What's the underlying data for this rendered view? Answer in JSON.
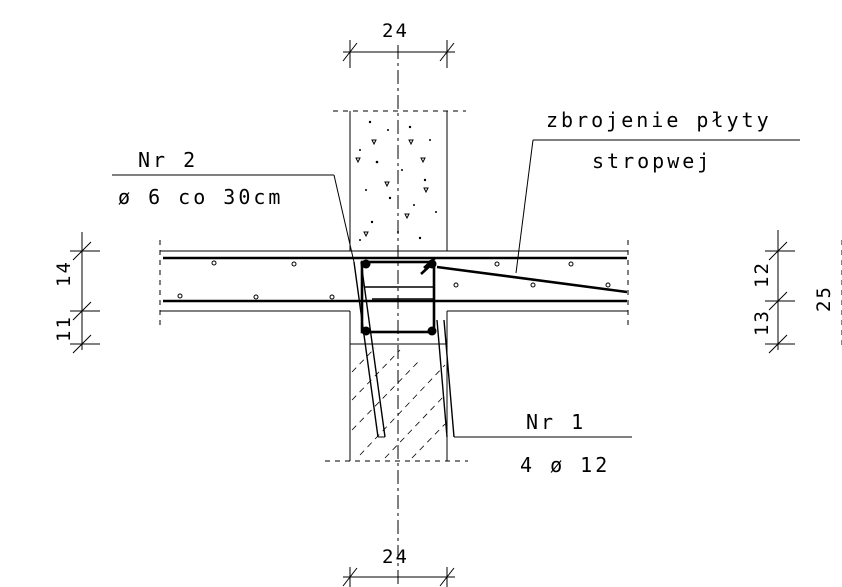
{
  "labels": {
    "bar2_name": "Nr 2",
    "bar2_spec": "ø 6 co 30cm",
    "bar1_name": "Nr 1",
    "bar1_spec": "4 ø 12",
    "slab_reinf_line1": "zbrojenie płyty",
    "slab_reinf_line2": "stropwej"
  },
  "dimensions": {
    "top_width": "24",
    "bottom_width": "24",
    "left_upper": "14",
    "left_lower": "11",
    "right_upper": "12",
    "right_lower": "13",
    "right_total": "25"
  }
}
